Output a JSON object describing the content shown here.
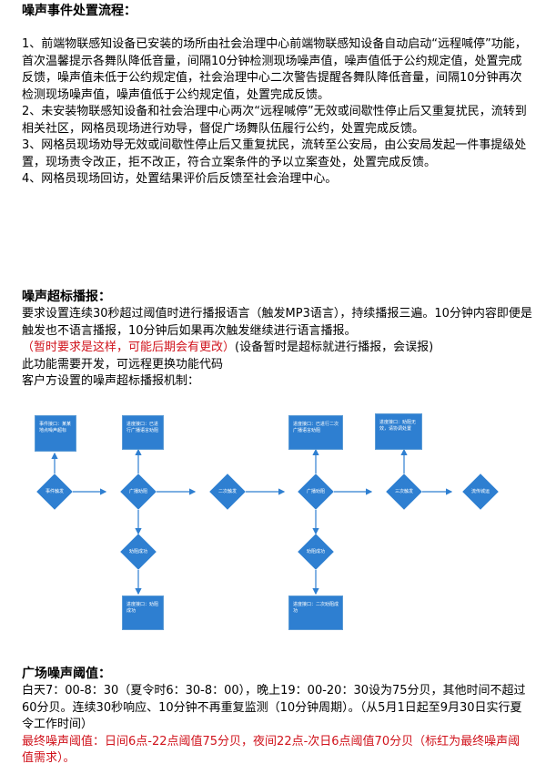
{
  "sec1": {
    "title": "噪声事件处置流程：",
    "items": [
      "1、前端物联感知设备已安装的场所由社会治理中心前端物联感知设备自动启动“远程喊停”功能，首次温馨提示各舞队降低音量，间隔10分钟检测现场噪声值，噪声值低于公约规定值，处置完成反馈，噪声值未低于公约规定值，社会治理中心二次警告提醒各舞队降低音量，间隔10分钟再次检测现场噪声值，噪声值低于公约规定值，处置完成反馈。",
      "2、未安装物联感知设备和社会治理中心两次“远程喊停”无效或间歇性停止后又重复扰民，流转到相关社区，网格员现场进行劝导，督促广场舞队伍履行公约，处置完成反馈。",
      "3、网格员现场劝导无效或间歇性停止后又重复扰民，流转至公安局，由公安局发起一件事提级处置，现场责令改正，拒不改正，符合立案条件的予以立案查处，处置完成反馈。",
      "4、网格员现场回访，处置结果评价后反馈至社会治理中心。"
    ]
  },
  "sec2": {
    "title": "噪声超标播报：",
    "line1": "要求设置连续30秒超过阈值时进行播报语言（触发MP3语言），持续播报三遍。10分钟内容即便是触发也不语言播报，10分钟后如果再次触发继续进行语言播报。",
    "red": "（暂时要求是这样，可能后期会有更改）",
    "line2": "(设备暂时是超标就进行播报，会误报)",
    "line3": "此功能需要开发，可远程更换功能代码",
    "line4": "客户方设置的噪声超标播报机制："
  },
  "flow": {
    "box_top1": "事件接口：某某地点噪声超标",
    "box_top2": "进度接口：已进行广播语言劝阻",
    "box_top3": "进度接口：已进行二次广播语言劝阻",
    "box_top4": "进度接口：劝阻无效，请协调处置",
    "d1": "事件触发",
    "d2": "广播劝阻",
    "d3": "二次触发",
    "d4": "广播劝阻",
    "d5": "三次触发",
    "end": "流传城运",
    "d6": "劝阻成功",
    "d7": "劝阻成功",
    "box_bot1": "进度接口：劝阻成功",
    "box_bot2": "进度接口：二次劝阻成功",
    "colors": {
      "fill": "#2e7fd1",
      "line": "#5b9bd5"
    }
  },
  "sec3": {
    "title": "广场噪声阈值：",
    "line1": "白天7：00-8：30（夏令时6：30-8：00），晚上19：00-20：30设为75分贝，其他时间不超过60分贝。连续30秒响应、10分钟不再重复监测（10分钟周期）。（从5月1日起至9月30日实行夏令工作时间）",
    "red": "最终噪声阈值：日间6点-22点阈值75分贝，夜间22点-次日6点阈值70分贝（标红为最终噪声阈值需求）。"
  }
}
